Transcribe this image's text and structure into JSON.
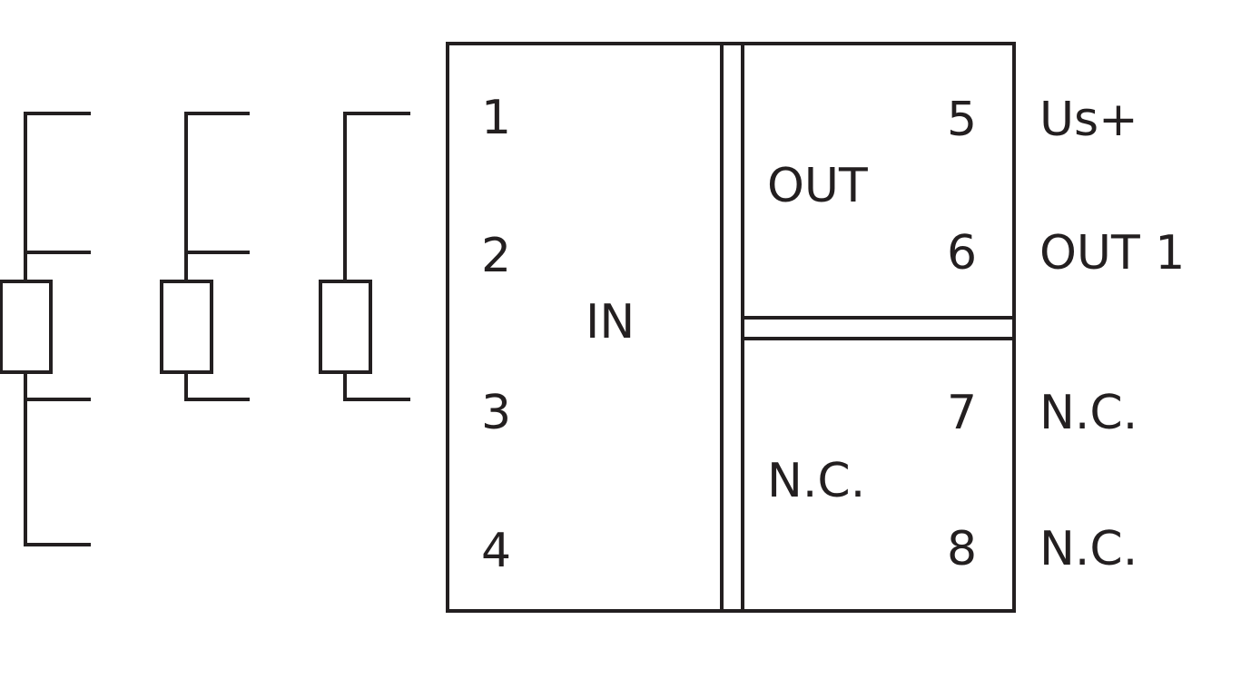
{
  "module": {
    "input_block_label": "IN",
    "output_block_label": "OUT",
    "nc_block_label": "N.C.",
    "terminals": [
      "1",
      "2",
      "3",
      "4",
      "5",
      "6",
      "7",
      "8"
    ],
    "terminal_functions": [
      "Us+",
      "OUT 1",
      "N.C.",
      "N.C."
    ]
  },
  "sensors": [
    "4-wire",
    "3-wire",
    "2-wire"
  ],
  "line_color": "#231f20"
}
